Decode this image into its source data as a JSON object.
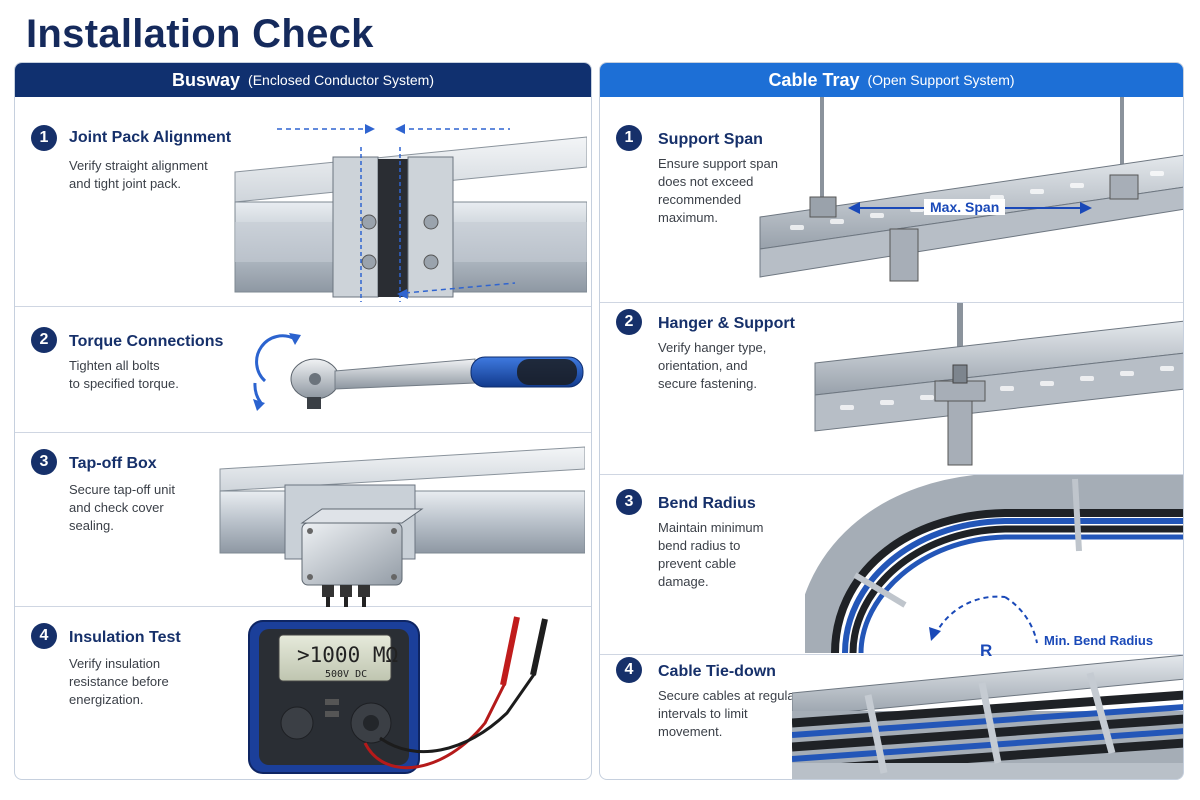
{
  "title": "Installation Check",
  "busway": {
    "title": "Busway",
    "subtitle": "(Enclosed Conductor System)",
    "steps": [
      {
        "num": "1",
        "title": "Joint Pack Alignment",
        "desc": [
          "Verify straight alignment",
          "and tight joint pack."
        ]
      },
      {
        "num": "2",
        "title": "Torque Connections",
        "desc": [
          "Tighten all bolts",
          "to specified torque."
        ]
      },
      {
        "num": "3",
        "title": "Tap-off Box",
        "desc": [
          "Secure tap-off unit",
          "and check cover",
          "sealing."
        ]
      },
      {
        "num": "4",
        "title": "Insulation Test",
        "desc": [
          "Verify insulation",
          "resistance before",
          "energization."
        ]
      }
    ],
    "meter_reading": ">1000 MΩ",
    "meter_voltage": "500V DC"
  },
  "tray": {
    "title": "Cable Tray",
    "subtitle": "(Open Support System)",
    "steps": [
      {
        "num": "1",
        "title": "Support Span",
        "desc": [
          "Ensure support span",
          "does not exceed",
          "recommended",
          "maximum."
        ]
      },
      {
        "num": "2",
        "title": "Hanger & Support",
        "desc": [
          "Verify hanger type,",
          "orientation, and",
          "secure fastening."
        ]
      },
      {
        "num": "3",
        "title": "Bend Radius",
        "desc": [
          "Maintain minimum",
          "bend radius to",
          "prevent cable",
          "damage."
        ]
      },
      {
        "num": "4",
        "title": "Cable Tie-down",
        "desc": [
          "Secure cables at regular",
          "intervals to limit",
          "movement."
        ]
      }
    ],
    "max_span_label": "Max. Span",
    "bend_r_label": "R",
    "bend_min_label": "Min. Bend Radius"
  },
  "colors": {
    "navy": "#10306f",
    "blue": "#1d6fd6",
    "accent": "#1a49b8"
  }
}
